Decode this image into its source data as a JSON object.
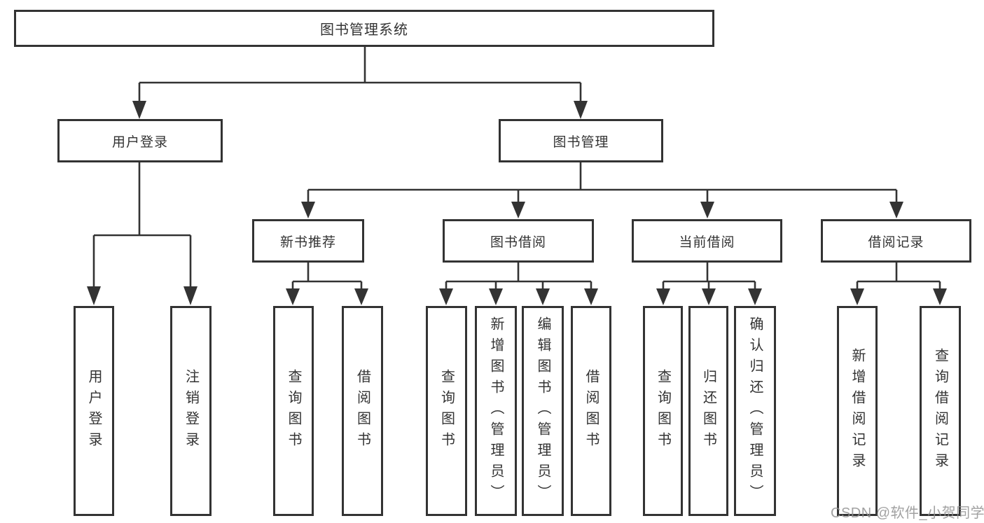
{
  "diagram": {
    "title": "图书管理系统",
    "nodes": {
      "root": "图书管理系统",
      "user_login": "用户登录",
      "book_mgmt": "图书管理",
      "new_books": "新书推荐",
      "book_borrow": "图书借阅",
      "current_borrow": "当前借阅",
      "borrow_records": "借阅记录"
    },
    "leaves": {
      "user_login": [
        "用户登录",
        "注销登录"
      ],
      "new_books": [
        "查询图书",
        "借阅图书"
      ],
      "book_borrow": [
        "查询图书",
        "新增图书（管理员）",
        "编辑图书（管理员）",
        "借阅图书"
      ],
      "current_borrow": [
        "查询图书",
        "归还图书",
        "确认归还（管理员）"
      ],
      "borrow_records": [
        "新增借阅记录",
        "查询借阅记录"
      ]
    }
  },
  "watermark": "CSDN @软件_小贺同学",
  "colors": {
    "line": "#333333",
    "text": "#333333",
    "background": "#ffffff",
    "watermark": "#919191"
  }
}
